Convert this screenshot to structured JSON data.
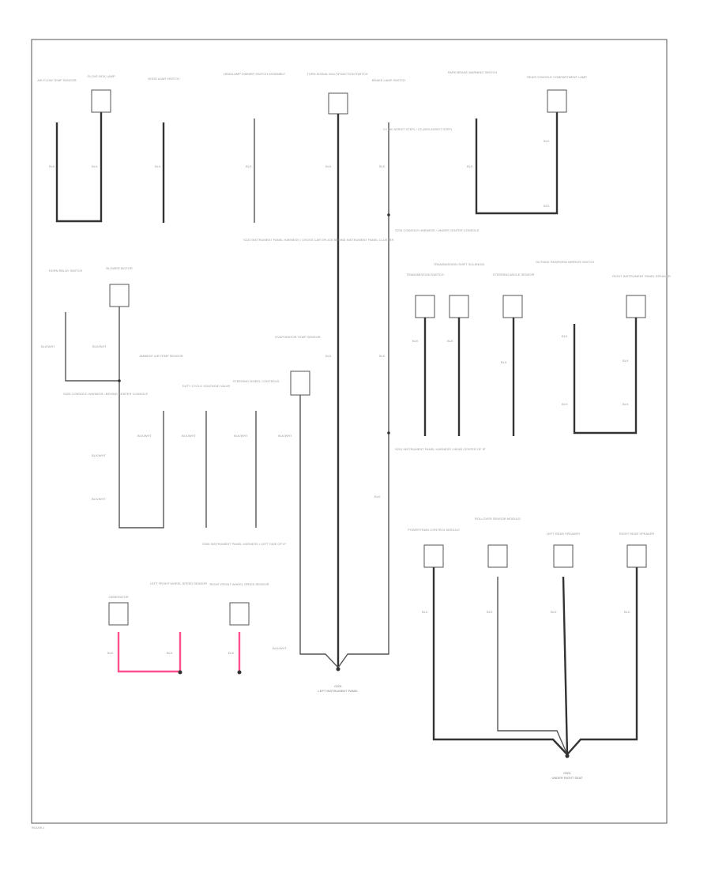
{
  "page_code": "RUU09-1",
  "components": [
    {
      "id": "ac_accum",
      "label": "AIR FLOW TEMP SENSOR"
    },
    {
      "id": "glove_box",
      "label": "GLOVE BOX LAMP"
    },
    {
      "id": "hood_sw",
      "label": "HOOD AJAR SWITCH"
    },
    {
      "id": "dim_sw",
      "label": "HEADLAMP DIMMER SWITCH ASSEMBLY"
    },
    {
      "id": "turn_sw",
      "label": "TURN SIGNAL MULTIFUNCTION SWITCH"
    },
    {
      "id": "brake_sw",
      "label": "BRAKE LAMP SWITCH"
    },
    {
      "id": "park_brake",
      "label": "PARK BRAKE WARNING SWITCH"
    },
    {
      "id": "rear_console",
      "label": "REAR CONSOLE COMPARTMENT LAMP"
    },
    {
      "id": "horn_relay",
      "label": "HORN RELAY SWITCH"
    },
    {
      "id": "blower",
      "label": "BLOWER MOTOR"
    },
    {
      "id": "ambient",
      "label": "AMBIENT AIR TEMP SENSOR"
    },
    {
      "id": "duty_cycle",
      "label": "DUTY CYCLE SOLENOID VALVE"
    },
    {
      "id": "steering_wheel",
      "label": "STEERING WHEEL CONTROLS"
    },
    {
      "id": "evaporator",
      "label": "EVAPORATOR TEMP SENSOR"
    },
    {
      "id": "trans_sw",
      "label": "TRANSMISSION SWITCH"
    },
    {
      "id": "trans_shift",
      "label": "TRANSMISSION SHIFT SOLENOID"
    },
    {
      "id": "steering_angle",
      "label": "STEERING ANGLE SENSOR"
    },
    {
      "id": "outside_mirror",
      "label": "OUTSIDE REARVIEW MIRROR SWITCH"
    },
    {
      "id": "right_ip",
      "label": "RIGHT INSTRUMENT PANEL SPEAKER"
    },
    {
      "id": "generator",
      "label": "GENERATOR"
    },
    {
      "id": "lf_wheel",
      "label": "LEFT FRONT WHEEL SPEED SENSOR"
    },
    {
      "id": "rf_wheel",
      "label": "RIGHT FRONT WHEEL SPEED SENSOR"
    },
    {
      "id": "powertrain",
      "label": "POWERTRAIN CONTROL MODULE"
    },
    {
      "id": "rollover",
      "label": "ROLLOVER SENSOR MODULE"
    },
    {
      "id": "left_rear",
      "label": "LEFT REAR SPEAKER"
    },
    {
      "id": "right_rear",
      "label": "RIGHT REAR SPEAKER"
    }
  ],
  "wire_labels": {
    "blk": "BLK",
    "blkwht": "BLK/WHT",
    "blk_bl": "BLK",
    "blk_br": "BLK",
    "blkwht_bottom": "BLK/WHT"
  },
  "notes": {
    "brake_sw": "C1 (W/ ASSIST STEP) / C2 (W/O ASSIST STEP)",
    "splice_mid": "S223 INSTRUMENT PANEL HARNESS / CROSS CAR SPLICE BEHIND INSTRUMENT PANEL CLUSTER",
    "splice_right": "S234 CONSOLE HARNESS / UNDER CENTER CONSOLE",
    "splice_left": "S325 CONSOLE HARNESS / BEHIND CENTER CONSOLE",
    "splice_right2": "S201 INSTRUMENT PANEL HARNESS / NEAR CENTER OF IP",
    "splice_left2": "S306 INSTRUMENT PANEL HARNESS / LEFT SIDE OF IP"
  },
  "grounds": [
    {
      "id": "g_ip",
      "label": "G201",
      "sub": "LEFT INSTRUMENT PANEL"
    },
    {
      "id": "g_rear",
      "label": "G301",
      "sub": "UNDER RIGHT SEAT"
    }
  ]
}
